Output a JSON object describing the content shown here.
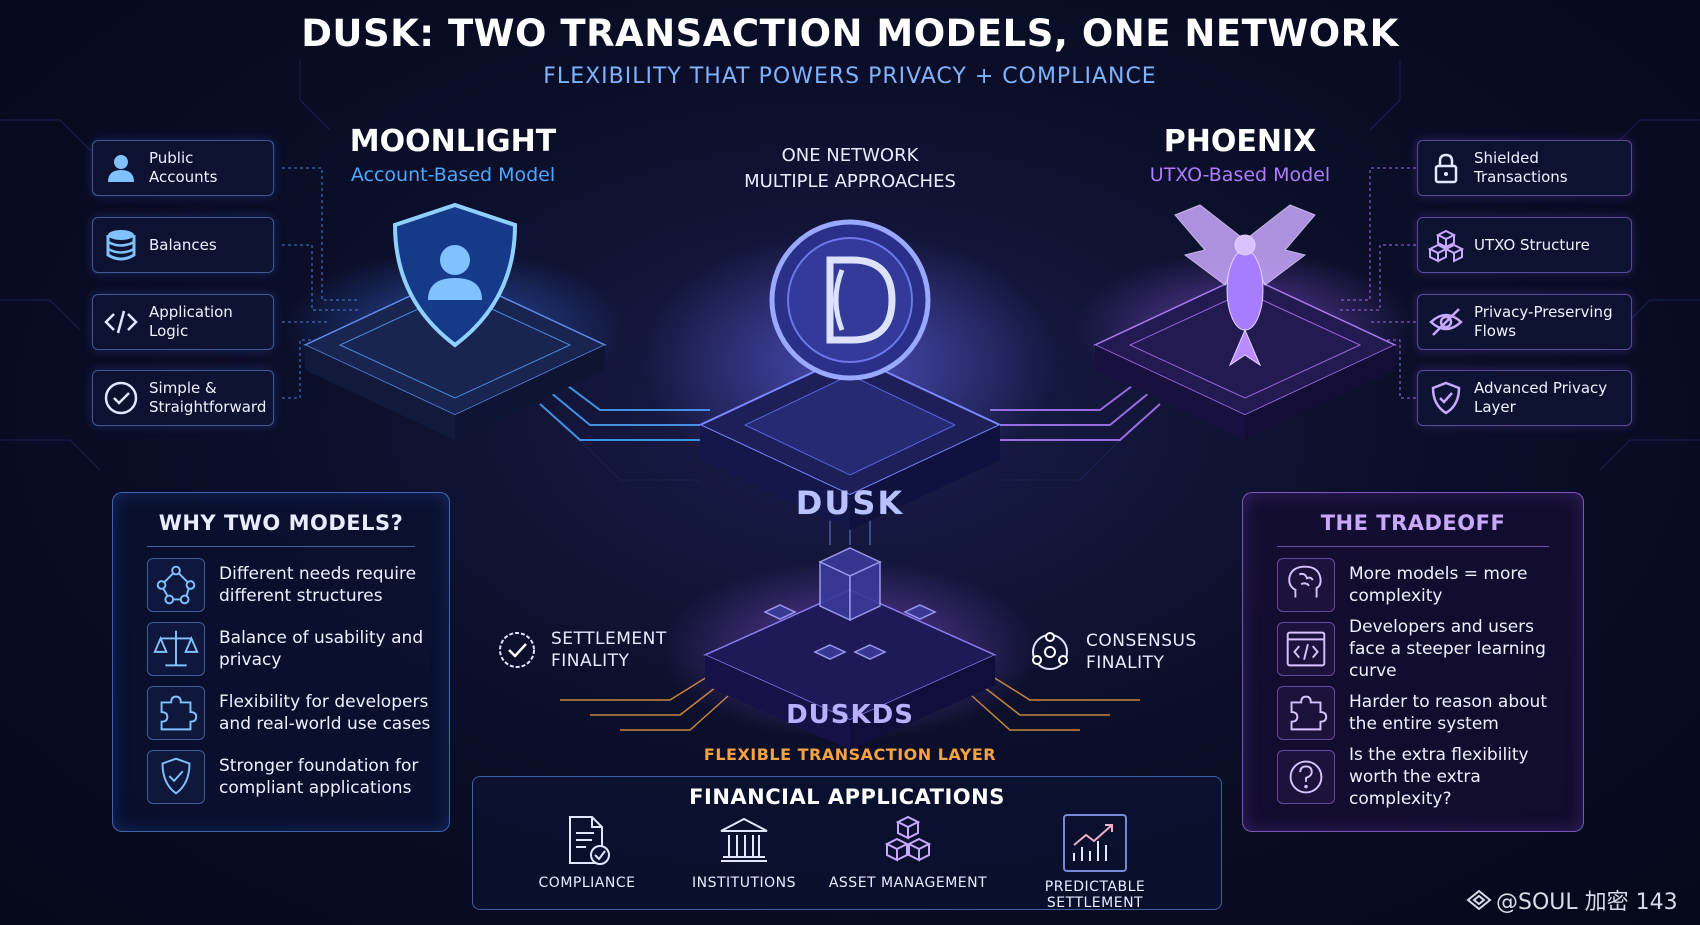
{
  "header": {
    "title": "DUSK: TWO TRANSACTION MODELS, ONE NETWORK",
    "subtitle": "FLEXIBILITY THAT POWERS PRIVACY + COMPLIANCE"
  },
  "moonlight": {
    "title": "MOONLIGHT",
    "subtitle": "Account-Based Model",
    "features": [
      {
        "label": "Public Accounts",
        "icon": "user-icon"
      },
      {
        "label": "Balances",
        "icon": "database-icon"
      },
      {
        "label": "Application Logic",
        "icon": "code-icon"
      },
      {
        "label": "Simple & Straightforward",
        "icon": "check-circle-icon"
      }
    ]
  },
  "center": {
    "label_line1": "ONE NETWORK",
    "label_line2": "MULTIPLE APPROACHES",
    "platform_label": "DUSK",
    "base_label": "DUSKDS",
    "layer_label": "FLEXIBLE TRANSACTION LAYER",
    "settlement": "SETTLEMENT FINALITY",
    "consensus": "CONSENSUS FINALITY"
  },
  "phoenix": {
    "title": "PHOENIX",
    "subtitle": "UTXO-Based Model",
    "features": [
      {
        "label": "Shielded Transactions",
        "icon": "lock-icon"
      },
      {
        "label": "UTXO Structure",
        "icon": "cubes-icon"
      },
      {
        "label": "Privacy-Preserving Flows",
        "icon": "eye-slash-icon"
      },
      {
        "label": "Advanced Privacy Layer",
        "icon": "shield-check-icon"
      }
    ]
  },
  "why_panel": {
    "title": "WHY TWO MODELS?",
    "items": [
      {
        "label": "Different needs require different structures",
        "icon": "network-icon"
      },
      {
        "label": "Balance of usability and privacy",
        "icon": "scales-icon"
      },
      {
        "label": "Flexibility for developers and real-world use cases",
        "icon": "puzzle-icon"
      },
      {
        "label": "Stronger foundation for compliant applications",
        "icon": "shield-check-icon"
      }
    ]
  },
  "tradeoff_panel": {
    "title": "THE TRADEOFF",
    "items": [
      {
        "label": "More models = more complexity",
        "icon": "brain-icon"
      },
      {
        "label": "Developers and users face a steeper learning curve",
        "icon": "code-window-icon"
      },
      {
        "label": "Harder to reason about the entire system",
        "icon": "puzzle-icon"
      },
      {
        "label": "Is the extra flexibility worth the extra complexity?",
        "icon": "question-icon"
      }
    ]
  },
  "financial": {
    "title": "FINANCIAL APPLICATIONS",
    "items": [
      {
        "label": "COMPLIANCE",
        "icon": "document-check-icon"
      },
      {
        "label": "INSTITUTIONS",
        "icon": "bank-icon"
      },
      {
        "label": "ASSET MANAGEMENT",
        "icon": "cubes-icon"
      },
      {
        "label": "PREDICTABLE SETTLEMENT",
        "icon": "growth-chart-icon"
      }
    ]
  },
  "watermark": "@SOUL 加密 143",
  "colors": {
    "moonlight_accent": "#4aa8ff",
    "phoenix_accent": "#b07cff",
    "orange_accent": "#f5a341",
    "background": "#0a0d26"
  }
}
